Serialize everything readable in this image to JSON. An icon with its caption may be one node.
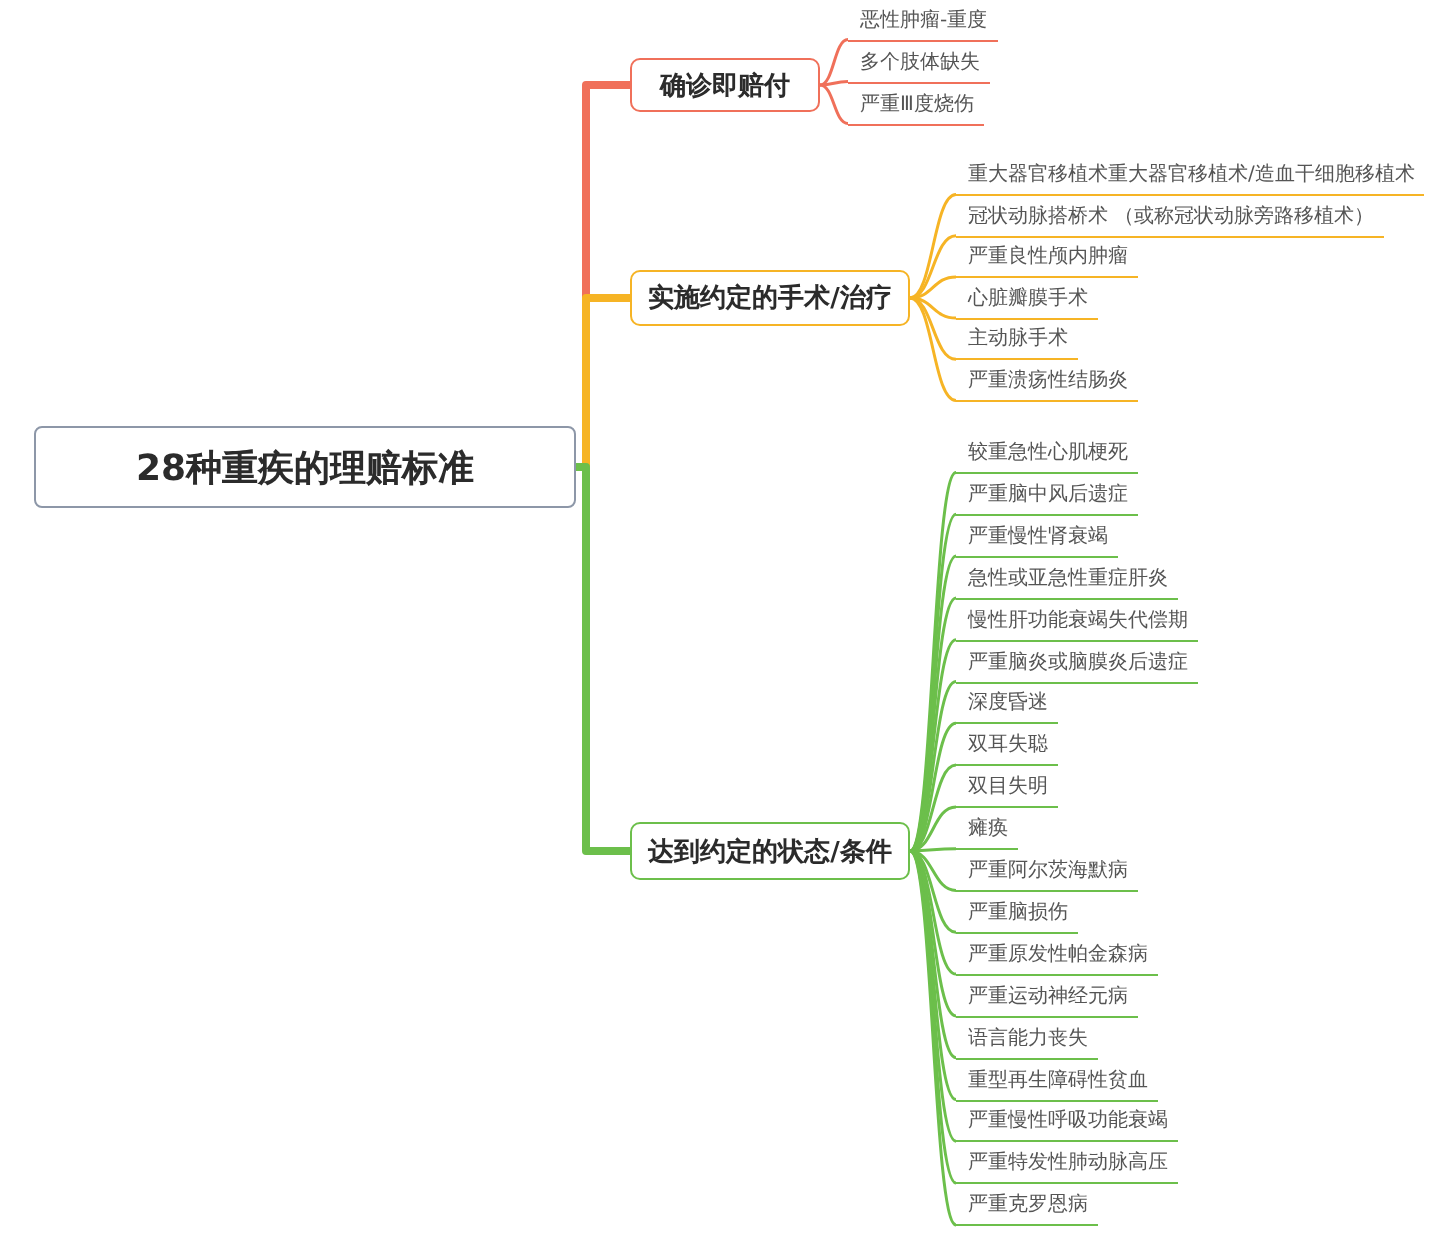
{
  "diagram": {
    "nodes": [
      {
        "text": [
          "28种重疾的理赔标准"
        ]
      },
      {
        "text": [
          "确诊即赔付"
        ]
      },
      {
        "text": [
          "恶性肿瘤-重度"
        ]
      },
      {
        "text": [
          "多个肢体缺失"
        ]
      },
      {
        "text": [
          "严重Ⅲ度烧伤"
        ]
      },
      {
        "text": [
          "实施约定的手术/治疗"
        ]
      },
      {
        "text": [
          "重大器官移植术重大器官移植术/造血干细胞移植术"
        ]
      },
      {
        "text": [
          "冠状动脉搭桥术 （或称冠状动脉旁路移植术）"
        ]
      },
      {
        "text": [
          "严重良性颅内肿瘤"
        ]
      },
      {
        "text": [
          "心脏瓣膜手术"
        ]
      },
      {
        "text": [
          "主动脉手术"
        ]
      },
      {
        "text": [
          "严重溃疡性结肠炎"
        ]
      },
      {
        "text": [
          "达到约定的状态/条件"
        ]
      },
      {
        "text": [
          "较重急性心肌梗死"
        ]
      },
      {
        "text": [
          "严重脑中风后遗症"
        ]
      },
      {
        "text": [
          "严重慢性肾衰竭"
        ]
      },
      {
        "text": [
          "急性或亚急性重症肝炎"
        ]
      },
      {
        "text": [
          "慢性肝功能衰竭失代偿期"
        ]
      },
      {
        "text": [
          "严重脑炎或脑膜炎后遗症"
        ]
      },
      {
        "text": [
          "深度昏迷"
        ]
      },
      {
        "text": [
          "双耳失聪"
        ]
      },
      {
        "text": [
          "双目失明"
        ]
      },
      {
        "text": [
          "瘫痪"
        ]
      },
      {
        "text": [
          "严重阿尔茨海默病"
        ]
      },
      {
        "text": [
          "严重脑损伤"
        ]
      },
      {
        "text": [
          "严重原发性帕金森病"
        ]
      },
      {
        "text": [
          "严重运动神经元病"
        ]
      },
      {
        "text": [
          "语言能力丧失"
        ]
      },
      {
        "text": [
          "重型再生障碍性贫血"
        ]
      },
      {
        "text": [
          "严重慢性呼吸功能衰竭"
        ]
      },
      {
        "text": [
          "严重特发性肺动脉高压"
        ]
      },
      {
        "text": [
          "严重克罗恩病"
        ]
      }
    ],
    "edges": [
      {
        "from": 0,
        "to": 1,
        "arrow": "none",
        "style": "thick",
        "color": "#f0705a"
      },
      {
        "from": 0,
        "to": 5,
        "arrow": "none",
        "style": "thick",
        "color": "#f6b425"
      },
      {
        "from": 0,
        "to": 12,
        "arrow": "none",
        "style": "thick"
      },
      {
        "from": 1,
        "to": 2,
        "arrow": "none",
        "color": "#f0705a"
      },
      {
        "from": 1,
        "to": 3,
        "arrow": "none",
        "color": "#f0705a"
      },
      {
        "from": 1,
        "to": 4,
        "arrow": "none",
        "color": "#f0705a"
      },
      {
        "from": 5,
        "to": 6,
        "arrow": "none",
        "color": "#f6b425"
      },
      {
        "from": 5,
        "to": 7,
        "arrow": "none",
        "color": "#f6b425"
      },
      {
        "from": 5,
        "to": 8,
        "arrow": "none",
        "color": "#f6b425"
      },
      {
        "from": 5,
        "to": 9,
        "arrow": "none",
        "color": "#f6b425"
      },
      {
        "from": 5,
        "to": 10,
        "arrow": "none",
        "color": "#f6b425"
      },
      {
        "from": 5,
        "to": 11,
        "arrow": "none",
        "color": "#f6b425"
      },
      {
        "from": 12,
        "to": 13,
        "arrow": "none"
      },
      {
        "from": 12,
        "to": 14,
        "arrow": "none"
      },
      {
        "from": 12,
        "to": 15,
        "arrow": "none"
      },
      {
        "from": 12,
        "to": 16,
        "arrow": "none"
      },
      {
        "from": 12,
        "to": 17,
        "arrow": "none"
      },
      {
        "from": 12,
        "to": 18,
        "arrow": "none"
      },
      {
        "from": 12,
        "to": 19,
        "arrow": "none"
      },
      {
        "from": 12,
        "to": 20,
        "arrow": "none"
      },
      {
        "from": 12,
        "to": 21,
        "arrow": "none"
      },
      {
        "from": 12,
        "to": 22,
        "arrow": "none"
      },
      {
        "from": 12,
        "to": 23,
        "arrow": "none"
      },
      {
        "from": 12,
        "to": 24,
        "arrow": "none"
      },
      {
        "from": 12,
        "to": 25,
        "arrow": "none"
      },
      {
        "from": 12,
        "to": 26,
        "arrow": "none"
      },
      {
        "from": 12,
        "to": 27,
        "arrow": "none"
      },
      {
        "from": 12,
        "to": 28,
        "arrow": "none"
      },
      {
        "from": 12,
        "to": 29,
        "arrow": "none"
      },
      {
        "from": 12,
        "to": 30,
        "arrow": "none"
      },
      {
        "from": 12,
        "to": 31,
        "arrow": "none"
      }
    ]
  }
}
